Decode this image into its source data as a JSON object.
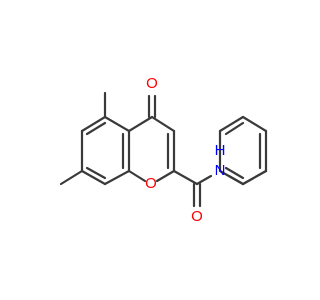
{
  "molecule": {
    "atoms": {
      "carbonyl_oxygen": "O",
      "ring_oxygen": "O",
      "amide_oxygen": "O",
      "amide_nitrogen": "N",
      "amide_hydrogen": "H"
    },
    "colors": {
      "bond": "#3a3a3a",
      "oxygen": "#ff0000",
      "nitrogen": "#0000ff"
    }
  }
}
